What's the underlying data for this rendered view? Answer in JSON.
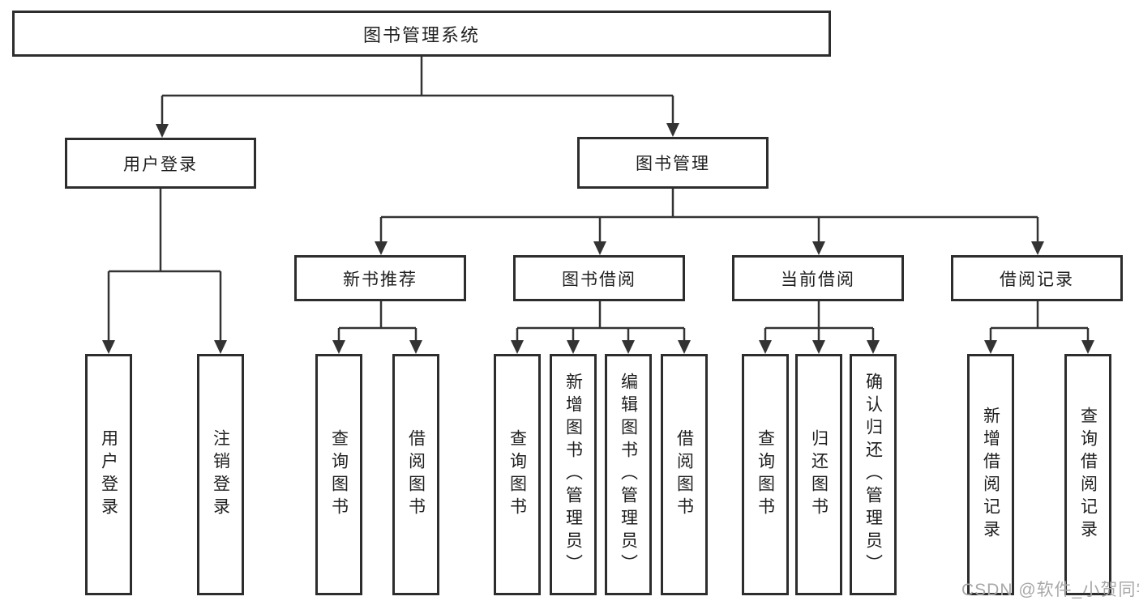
{
  "diagram": {
    "title_node": {
      "label": "图书管理系统"
    },
    "level2": {
      "user_login": {
        "label": "用户登录"
      },
      "book_management": {
        "label": "图书管理"
      }
    },
    "level3": {
      "new_book_recommend": {
        "label": "新书推荐"
      },
      "book_borrow": {
        "label": "图书借阅"
      },
      "current_borrow": {
        "label": "当前借阅"
      },
      "borrow_records": {
        "label": "借阅记录"
      }
    },
    "leaves": {
      "user_login_action": {
        "label": "用户登录"
      },
      "logout_action": {
        "label": "注销登录"
      },
      "recommend_query_books": {
        "label": "查询图书"
      },
      "recommend_borrow_books": {
        "label": "借阅图书"
      },
      "borrow_query_books": {
        "label": "查询图书"
      },
      "borrow_add_books_admin": {
        "label": "新增图书（管理员）"
      },
      "borrow_edit_books_admin": {
        "label": "编辑图书（管理员）"
      },
      "borrow_borrow_books": {
        "label": "借阅图书"
      },
      "current_query_books": {
        "label": "查询图书"
      },
      "current_return_books": {
        "label": "归还图书"
      },
      "current_confirm_return_admin": {
        "label": "确认归还（管理员）"
      },
      "records_add_borrow_record": {
        "label": "新增借阅记录"
      },
      "records_query_borrow_record": {
        "label": "查询借阅记录"
      }
    }
  },
  "watermark": {
    "text": "CSDN @软件_小贺同学",
    "color": "#a8a8a8"
  },
  "colors": {
    "line": "#333333",
    "box_border": "#2d2d2d",
    "box_fill": "#ffffff",
    "text": "#1f1f1f",
    "background": "#ffffff"
  }
}
